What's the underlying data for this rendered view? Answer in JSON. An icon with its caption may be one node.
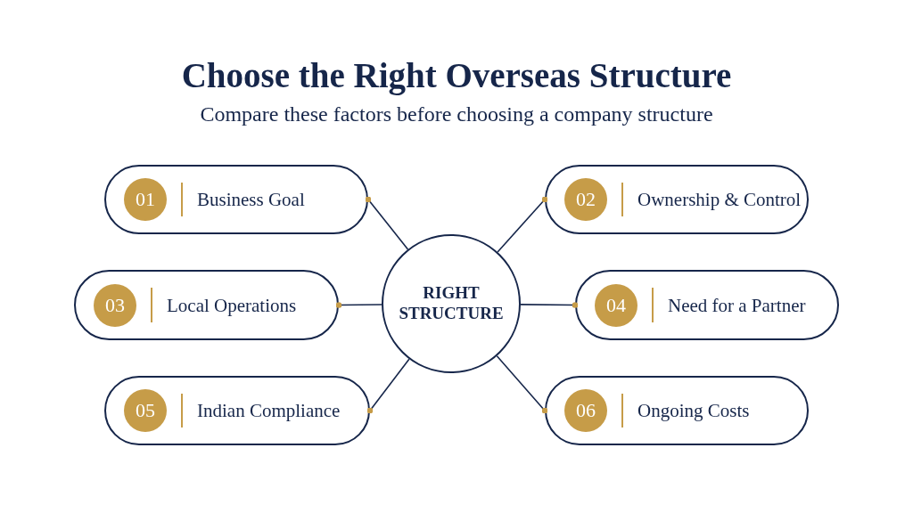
{
  "diagram": {
    "title": "Choose the Right Overseas Structure",
    "caption": "Compare these factors before choosing a company structure",
    "nodes": [
      {
        "text": [
          "01",
          "Business Goal"
        ]
      },
      {
        "text": [
          "02",
          "Ownership & Control"
        ]
      },
      {
        "text": [
          "03",
          "Local Operations"
        ]
      },
      {
        "text": [
          "RIGHT STRUCTURE"
        ]
      },
      {
        "text": [
          "04",
          "Need for a Partner"
        ]
      },
      {
        "text": [
          "05",
          "Indian Compliance"
        ]
      },
      {
        "text": [
          "06",
          "Ongoing Costs"
        ]
      }
    ],
    "edges": [
      {
        "from": 3,
        "to": 0,
        "arrow": "other"
      },
      {
        "from": 3,
        "to": 1,
        "arrow": "other"
      },
      {
        "from": 3,
        "to": 2,
        "arrow": "other"
      },
      {
        "from": 3,
        "to": 4,
        "arrow": "other"
      },
      {
        "from": 3,
        "to": 5,
        "arrow": "other"
      },
      {
        "from": 3,
        "to": 6,
        "arrow": "other"
      }
    ]
  }
}
